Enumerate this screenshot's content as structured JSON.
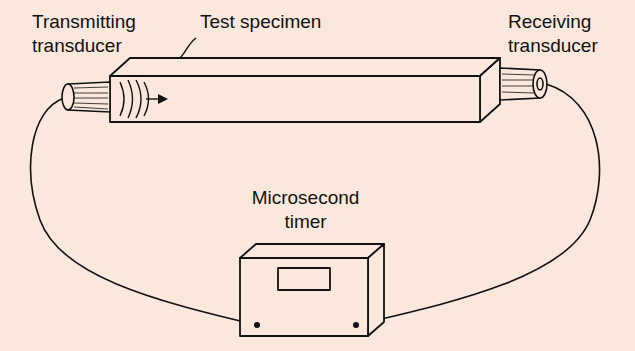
{
  "diagram": {
    "labels": [
      "Transmitting transducer",
      "Test specimen",
      "Receiving transducer",
      "Microsecond timer"
    ]
  }
}
